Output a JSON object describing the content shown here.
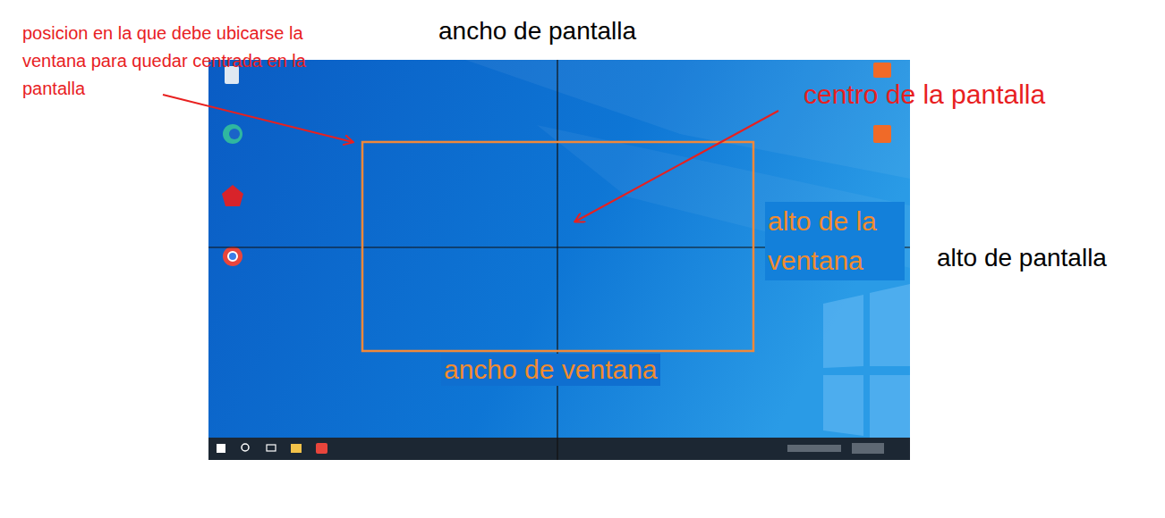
{
  "diagram": {
    "labels": [
      "posicion en la que debe ubicarse la ventana para quedar centrada en la pantalla",
      "ancho de pantalla",
      "centro de la pantalla",
      "alto de la ventana",
      "alto de pantalla",
      "ancho de ventana"
    ]
  }
}
